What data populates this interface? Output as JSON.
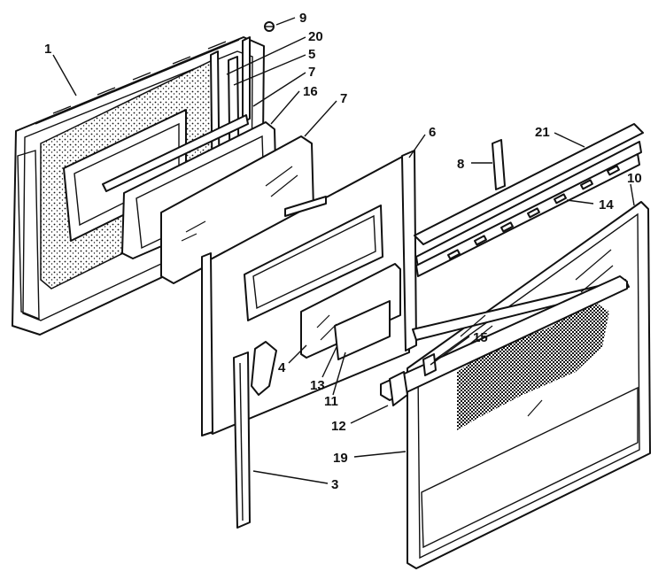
{
  "callouts": [
    {
      "id": "c1",
      "label": "1"
    },
    {
      "id": "c3",
      "label": "3"
    },
    {
      "id": "c4",
      "label": "4"
    },
    {
      "id": "c5",
      "label": "5"
    },
    {
      "id": "c6",
      "label": "6"
    },
    {
      "id": "c7a",
      "label": "7"
    },
    {
      "id": "c7b",
      "label": "7"
    },
    {
      "id": "c8",
      "label": "8"
    },
    {
      "id": "c9",
      "label": "9"
    },
    {
      "id": "c10",
      "label": "10"
    },
    {
      "id": "c11",
      "label": "11"
    },
    {
      "id": "c12",
      "label": "12"
    },
    {
      "id": "c13",
      "label": "13"
    },
    {
      "id": "c14",
      "label": "14"
    },
    {
      "id": "c15",
      "label": "15"
    },
    {
      "id": "c16",
      "label": "16"
    },
    {
      "id": "c19",
      "label": "19"
    },
    {
      "id": "c20",
      "label": "20"
    },
    {
      "id": "c21",
      "label": "21"
    }
  ]
}
